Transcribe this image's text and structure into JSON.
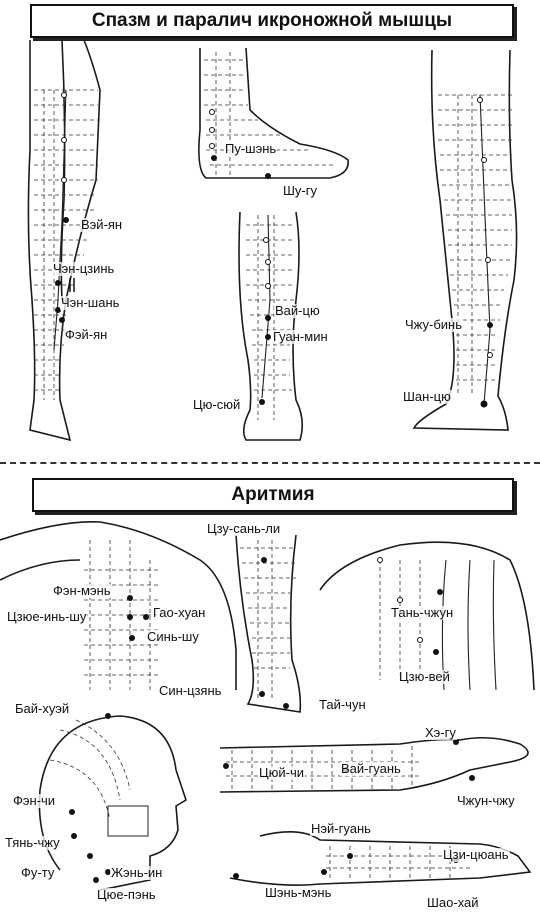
{
  "sections": {
    "spasm_title": "Спазм и паралич икроножной мышцы",
    "arrhythmia_title": "Аритмия"
  },
  "points": {
    "vey_yan": "Вэй-ян",
    "chzhen_tszin": "Чэн-цзинь",
    "chzhen_shan": "Чэн-шань",
    "fey_yan": "Фэй-ян",
    "pu_shen": "Пу-шэнь",
    "shu_gu": "Шу-гу",
    "vay_tsyu": "Вай-цю",
    "guan_min": "Гуан-мин",
    "tsyu_syuy": "Цю-сюй",
    "chzhu_bin": "Чжу-бинь",
    "shan_tsyu": "Шан-цю",
    "tszu_san_li": "Цзу-сань-ли",
    "fen_men": "Фэн-мэнь",
    "tszyue_in_shu": "Цзюе-инь-шу",
    "gao_huan": "Гао-хуан",
    "sin_shu": "Синь-шу",
    "tan_chzhun": "Тань-чжун",
    "tszyu_vey": "Цзю-вей",
    "sin_tszyan": "Син-цзянь",
    "tay_chun": "Тай-чун",
    "bay_huey": "Бай-хуэй",
    "fen_chi": "Фэн-чи",
    "tyan_chzhu": "Тянь-чжу",
    "fu_tu": "Фу-ту",
    "zhen_in": "Жэнь-ин",
    "tsyue_pen": "Цюе-пэнь",
    "he_gu": "Хэ-гу",
    "tsyuy_chi": "Цюй-чи",
    "vay_guan": "Вай-гуань",
    "chzhun_chzhu": "Чжун-чжу",
    "ney_guan": "Нэй-гуань",
    "tszi_tsyuan": "Цзи-цюань",
    "shen_men": "Шэнь-мэнь",
    "shao_hay": "Шао-хай"
  }
}
